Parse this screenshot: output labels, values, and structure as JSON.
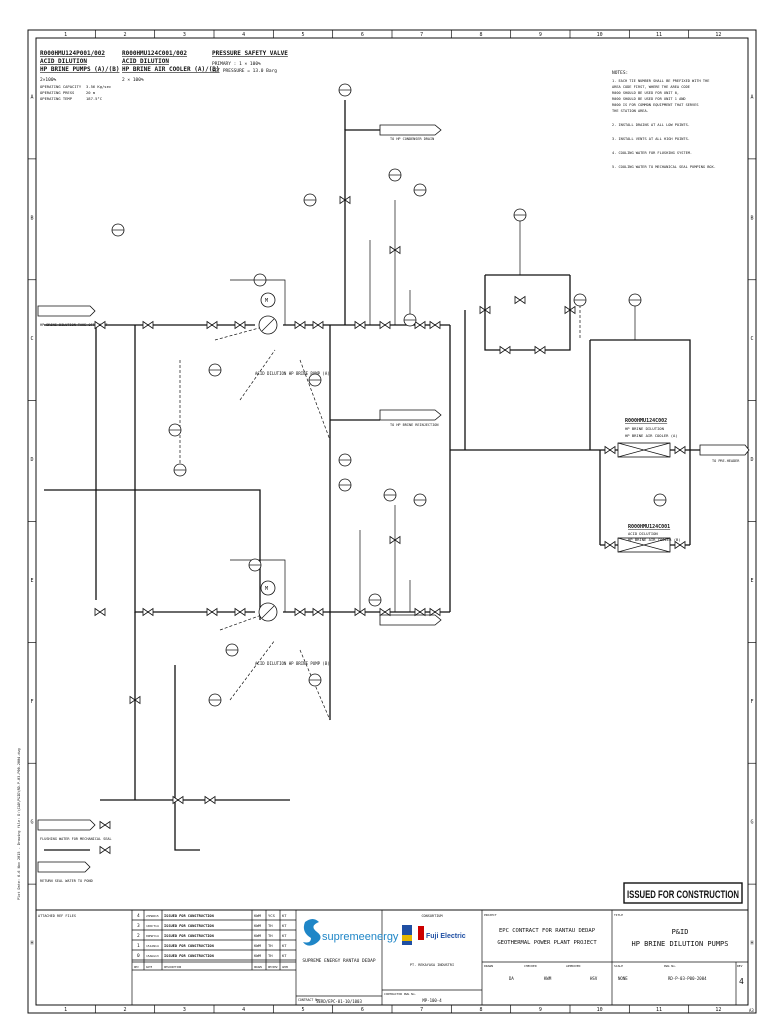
{
  "grid": {
    "columns": [
      "1",
      "2",
      "3",
      "4",
      "5",
      "6",
      "7",
      "8",
      "9",
      "10",
      "11",
      "12"
    ],
    "rows": [
      "A",
      "B",
      "C",
      "D",
      "E",
      "F",
      "G",
      "H"
    ]
  },
  "equipment": {
    "pumps_tag": "R000HMU124P001/002",
    "pumps_name1": "ACID DILUTION",
    "pumps_name2": "HP BRINE PUMPS (A)/(B)",
    "pumps_qty": "2×100%",
    "pumps_specs": [
      {
        "label": "OPERATING CAPACITY",
        "value": "3.56 Kg/sec"
      },
      {
        "label": "OPERATING PRESS",
        "value": "20 m"
      },
      {
        "label": "OPERATING TEMP",
        "value": "187.5°C"
      }
    ],
    "coolers_tag": "R000HMU124C001/002",
    "coolers_name1": "ACID DILUTION",
    "coolers_name2": "HP BRINE AIR COOLER (A)/(B)",
    "coolers_qty": "2 × 100%",
    "psv_title": "PRESSURE SAFETY VALVE",
    "psv_line1": "PRIMARY : 1 × 100%",
    "psv_line2": "SET PRESSURE = 13.0 Barg"
  },
  "notes": {
    "title": "NOTES:",
    "items": [
      "1. EACH TIE NUMBER SHALL BE PREFIXED WITH THE",
      "   AREA CODE FIRST, WHERE THE AREA CODE",
      "   R000 SHOULD BE USED FOR UNIT 0,",
      "   R000 SHOULD BE USED FOR UNIT 1 AND",
      "   R000 IS FOR COMMON EQUIPMENT THAT SERVES",
      "   THE STATION AREA.",
      "2. INSTALL DRAINS AT ALL LOW POINTS.",
      "3. INSTALL VENTS AT ALL HIGH POINTS.",
      "4. COOLING WATER FOR FLUSHING SYSTEM.",
      "5. COOLING WATER TO MECHANICAL SEAL PUMPING BOX."
    ]
  },
  "drawing": {
    "cooler_a_tag": "R000HMU124C002",
    "cooler_a_name1": "HP BRINE DILUTION",
    "cooler_a_name2": "HP BRINE AIR COOLER (A)",
    "cooler_b_tag": "R000HMU124C001",
    "cooler_b_name1": "ACID DILUTION",
    "cooler_b_name2": "HP BRINE AIR COOLER (B)",
    "to_condenser": "TO HP CONDENSER DRAIN",
    "to_reinjection": "TO HP BRINE REINJECTION",
    "to_pre_header": "TO PRE-HEADER",
    "from_hp_brine": "HP BRINE DILUTION TAKE OFF POINT",
    "flushing_water": "FLUSHING WATER FOR MECHANICAL SEAL",
    "return_water": "RETURN SEAL WATER TO POND",
    "pump_a_label": "ACID DILUTION HP BRINE PUMP (A)",
    "pump_b_label": "ACID DILUTION HP BRINE PUMP (B)"
  },
  "issued_stamp": "ISSUED FOR CONSTRUCTION",
  "title_block": {
    "attached_ref": "ATTACHED REF FILES",
    "revisions": [
      {
        "rev": "4",
        "date": "23MAR15",
        "desc": "ISSUED FOR CONSTRUCTION",
        "by": "KWM",
        "chk": "YCS",
        "app": "KT"
      },
      {
        "rev": "3",
        "date": "10OCT14",
        "desc": "ISSUED FOR CONSTRUCTION",
        "by": "KWM",
        "chk": "TH",
        "app": "KT"
      },
      {
        "rev": "2",
        "date": "09MAY14",
        "desc": "ISSUED FOR CONSTRUCTION",
        "by": "KWM",
        "chk": "TH",
        "app": "KT"
      },
      {
        "rev": "1",
        "date": "15JAN14",
        "desc": "ISSUED FOR CONSTRUCTION",
        "by": "KWM",
        "chk": "TH",
        "app": "KT"
      },
      {
        "rev": "0",
        "date": "15AUG13",
        "desc": "ISSUED FOR CONSTRUCTION",
        "by": "KWM",
        "chk": "TH",
        "app": "KT"
      }
    ],
    "rev_headers": [
      "REV",
      "DATE",
      "DESCRIPTION",
      "DRAWN",
      "REVIEW",
      "APPD"
    ],
    "owner_logo": "supremeenergy",
    "owner_name": "SUPREME ENERGY RANTAU DEDAP",
    "contract_label": "CONTRACT No.",
    "contract_no": "SERD/EPC-01-10/1003",
    "consortium": "CONSORTIUM",
    "consortium_fuji": "Fuji Electric",
    "consortium_sub": "PT. REKAYASA INDUSTRI",
    "contractor_label": "CONTRACTOR DWG No.",
    "contractor_no": "MP-100-4",
    "project_label": "PROJECT",
    "project_line1": "EPC CONTRACT FOR RANTAU DEDAP",
    "project_line2": "GEOTHERMAL POWER PLANT PROJECT",
    "title_label": "TITLE",
    "title_line1": "P&ID",
    "title_line2": "HP BRINE DILUTION PUMPS",
    "drawn_label": "DRAWN",
    "drawn_val": "DA",
    "checked_label": "CHECKED",
    "checked_val": "KWM",
    "approved_label": "APPROVED",
    "approved_val": "HSV",
    "scale_label": "SCALE",
    "scale_val": "NONE",
    "dwg_label": "DWG No.",
    "dwg_no": "RD-P-03-P00-2004",
    "rev_label": "REV",
    "rev_val": "4",
    "size": "A3"
  },
  "side_strip": "Plot Date: 6-6 Nov 2015 - Drawing file: D:\\CAD\\P&ID\\RD-P-03-P00-2004.dwg"
}
